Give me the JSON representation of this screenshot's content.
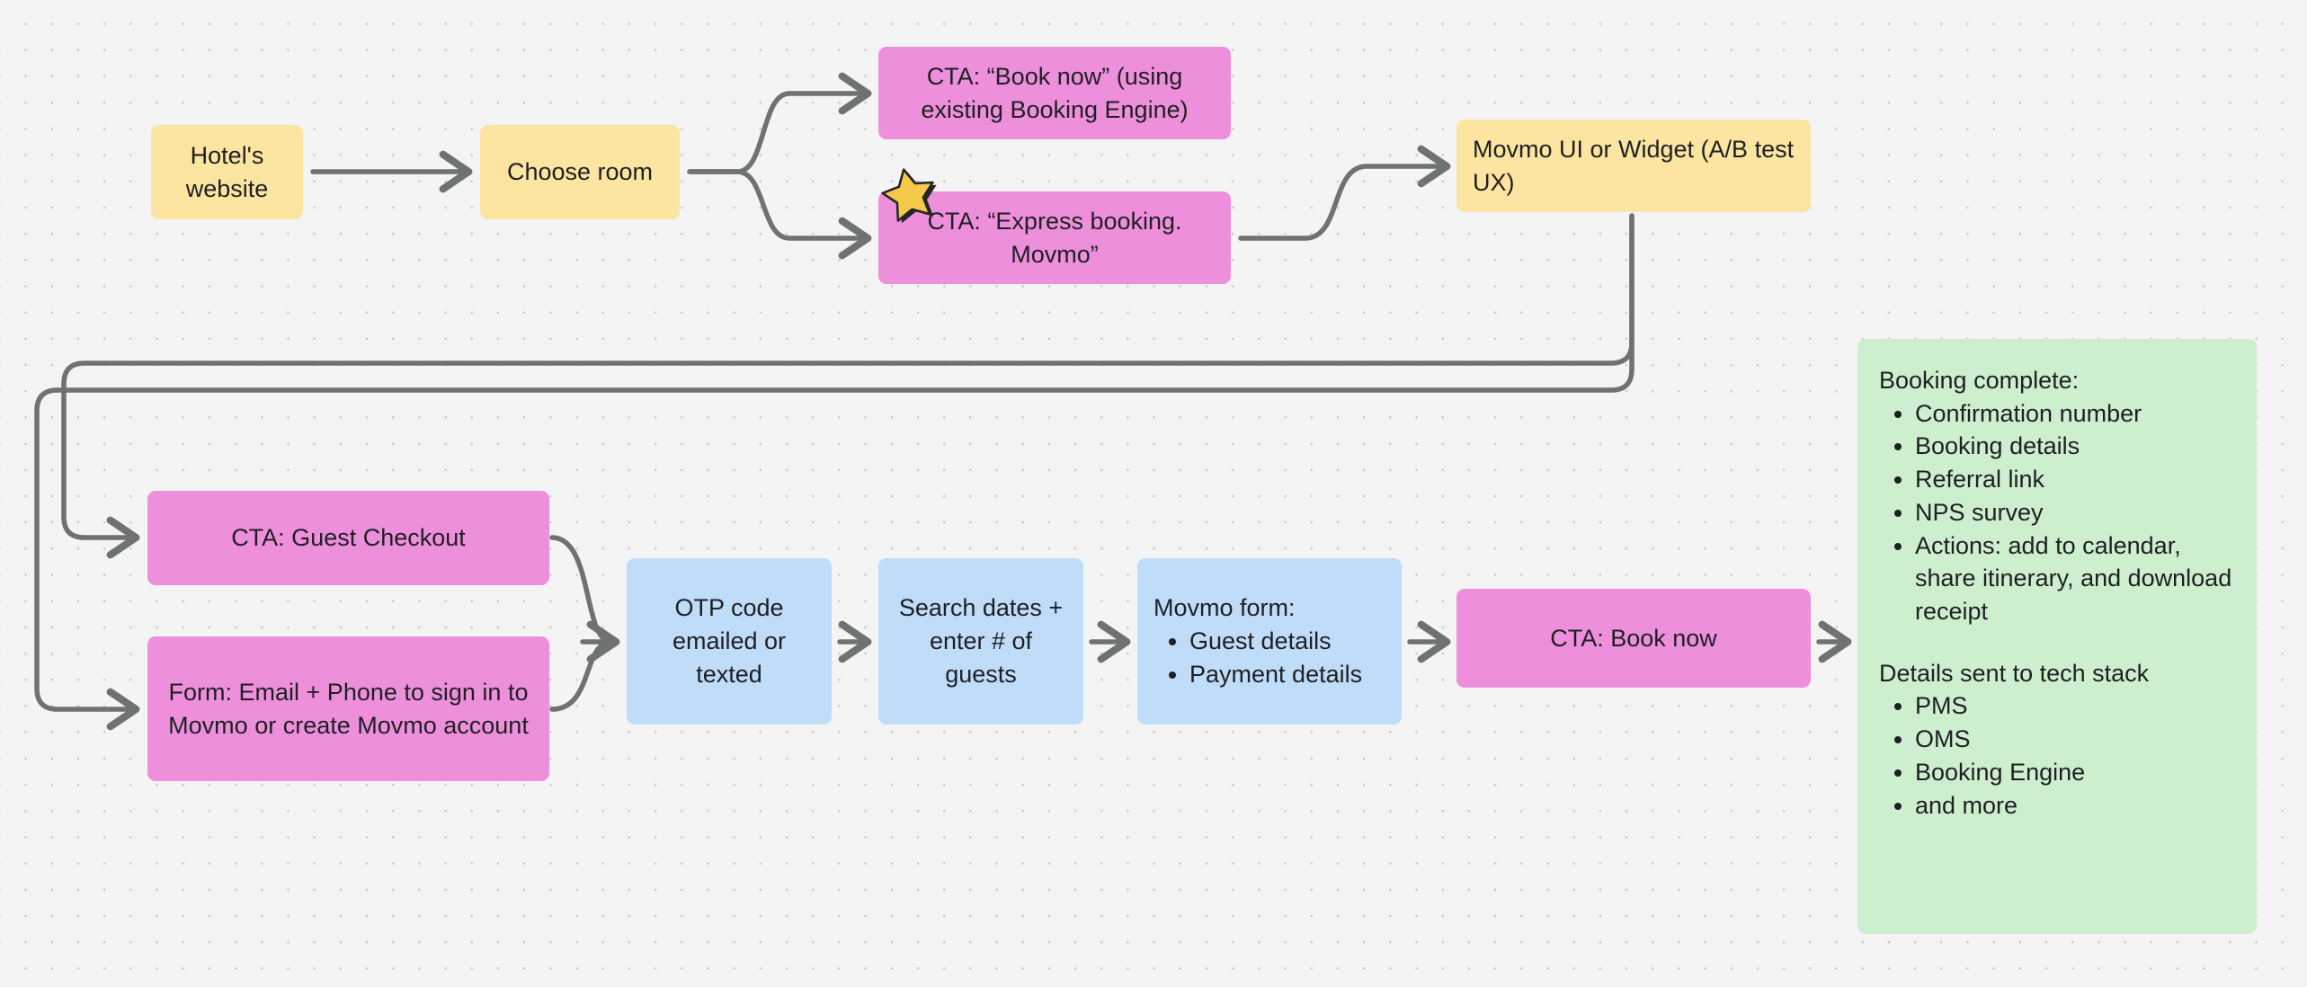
{
  "canvas": {
    "background_color": "#f4f4f4",
    "dot_color": "#c8c8c8",
    "edge_color": "#6e7270"
  },
  "palette": {
    "yellow": "#fbe5a1",
    "pink": "#ee8fdc",
    "blue": "#bfddf8",
    "green": "#cdefcd",
    "text": "#1f1f23",
    "star_fill": "#f5c949",
    "star_outline": "#262626"
  },
  "nodes": {
    "hotel_website": {
      "label": "Hotel's website",
      "color": "yellow"
    },
    "choose_room": {
      "label": "Choose room",
      "color": "yellow"
    },
    "cta_book_now_booking_engine": {
      "label": "CTA: “Book now” (using existing Booking Engine)",
      "color": "pink"
    },
    "cta_express_booking": {
      "label": "CTA: “Express booking. Movmo”",
      "color": "pink"
    },
    "movmo_ui_widget": {
      "label": "Movmo UI or Widget (A/B test UX)",
      "color": "yellow"
    },
    "cta_guest_checkout": {
      "label": "CTA: Guest Checkout",
      "color": "pink"
    },
    "form_email_phone": {
      "label": "Form: Email + Phone to sign in to Movmo or create Movmo account",
      "color": "pink"
    },
    "otp_code": {
      "label": "OTP code emailed or texted",
      "color": "blue"
    },
    "search_dates": {
      "label": "Search dates + enter # of guests",
      "color": "blue"
    },
    "movmo_form": {
      "heading": "Movmo form:",
      "items": [
        "Guest details",
        "Payment details"
      ],
      "color": "blue"
    },
    "cta_book_now": {
      "label": "CTA: Book now",
      "color": "pink"
    },
    "booking_complete": {
      "color": "green",
      "sections": [
        {
          "heading": "Booking complete:",
          "items": [
            "Confirmation number",
            "Booking details",
            "Referral link",
            "NPS survey",
            "Actions: add to calendar, share itinerary, and download receipt"
          ]
        },
        {
          "heading": "Details sent to tech stack",
          "items": [
            "PMS",
            "OMS",
            "Booking Engine",
            "and more"
          ]
        }
      ]
    }
  },
  "sticker": {
    "name": "star-sticker",
    "icon": "star-icon"
  },
  "edges": [
    {
      "from": "hotel_website",
      "to": "choose_room",
      "arrow": true
    },
    {
      "from": "choose_room",
      "to": "cta_book_now_booking_engine",
      "arrow": true
    },
    {
      "from": "choose_room",
      "to": "cta_express_booking",
      "arrow": true
    },
    {
      "from": "cta_express_booking",
      "to": "movmo_ui_widget",
      "arrow": true
    },
    {
      "from": "movmo_ui_widget",
      "to": "cta_guest_checkout",
      "arrow": true
    },
    {
      "from": "movmo_ui_widget",
      "to": "form_email_phone",
      "arrow": true
    },
    {
      "from": "cta_guest_checkout",
      "to": "otp_code",
      "arrow": true
    },
    {
      "from": "form_email_phone",
      "to": "otp_code",
      "arrow": true
    },
    {
      "from": "otp_code",
      "to": "search_dates",
      "arrow": true
    },
    {
      "from": "search_dates",
      "to": "movmo_form",
      "arrow": true
    },
    {
      "from": "movmo_form",
      "to": "cta_book_now",
      "arrow": true
    },
    {
      "from": "cta_book_now",
      "to": "booking_complete",
      "arrow": true
    }
  ]
}
